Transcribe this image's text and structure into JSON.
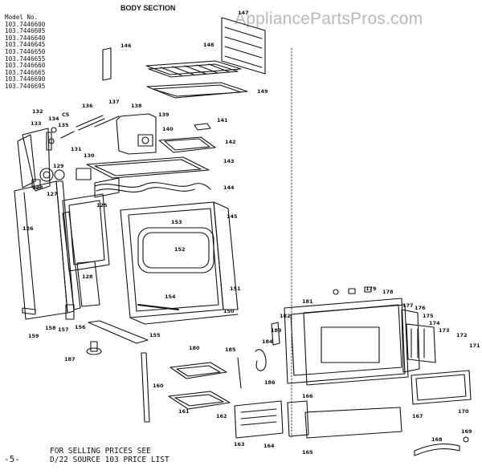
{
  "watermark": "AppliancePartsPros.com",
  "section_title": "BODY SECTION",
  "models": {
    "heading": "Model No.",
    "list": [
      "103.7446600",
      "103.7446605",
      "103.7446640",
      "103.7446645",
      "103.7446650",
      "103.7446655",
      "103.7446660",
      "103.7446665",
      "103.7446690",
      "103.7446695"
    ]
  },
  "page_number": "-5-",
  "footer": {
    "line1": "FOR SELLING PRICES SEE",
    "line2": "D/22 SOURCE 103 PRICE LIST"
  },
  "callouts": [
    "147",
    "146",
    "148",
    "149",
    "137",
    "138",
    "139",
    "136",
    "132",
    "C5",
    "135",
    "134",
    "133",
    "140",
    "141",
    "142",
    "131",
    "130",
    "143",
    "129",
    "128",
    "127",
    "144",
    "145",
    "125",
    "153",
    "126",
    "152",
    "151",
    "128",
    "154",
    "150",
    "155",
    "156",
    "157",
    "158",
    "159",
    "187",
    "180",
    "181",
    "182",
    "183",
    "184",
    "185",
    "186",
    "178",
    "179",
    "177",
    "176",
    "175",
    "174",
    "173",
    "172",
    "171",
    "169",
    "170",
    "167",
    "162",
    "163",
    "164",
    "165",
    "168",
    "166",
    "160",
    "161"
  ]
}
